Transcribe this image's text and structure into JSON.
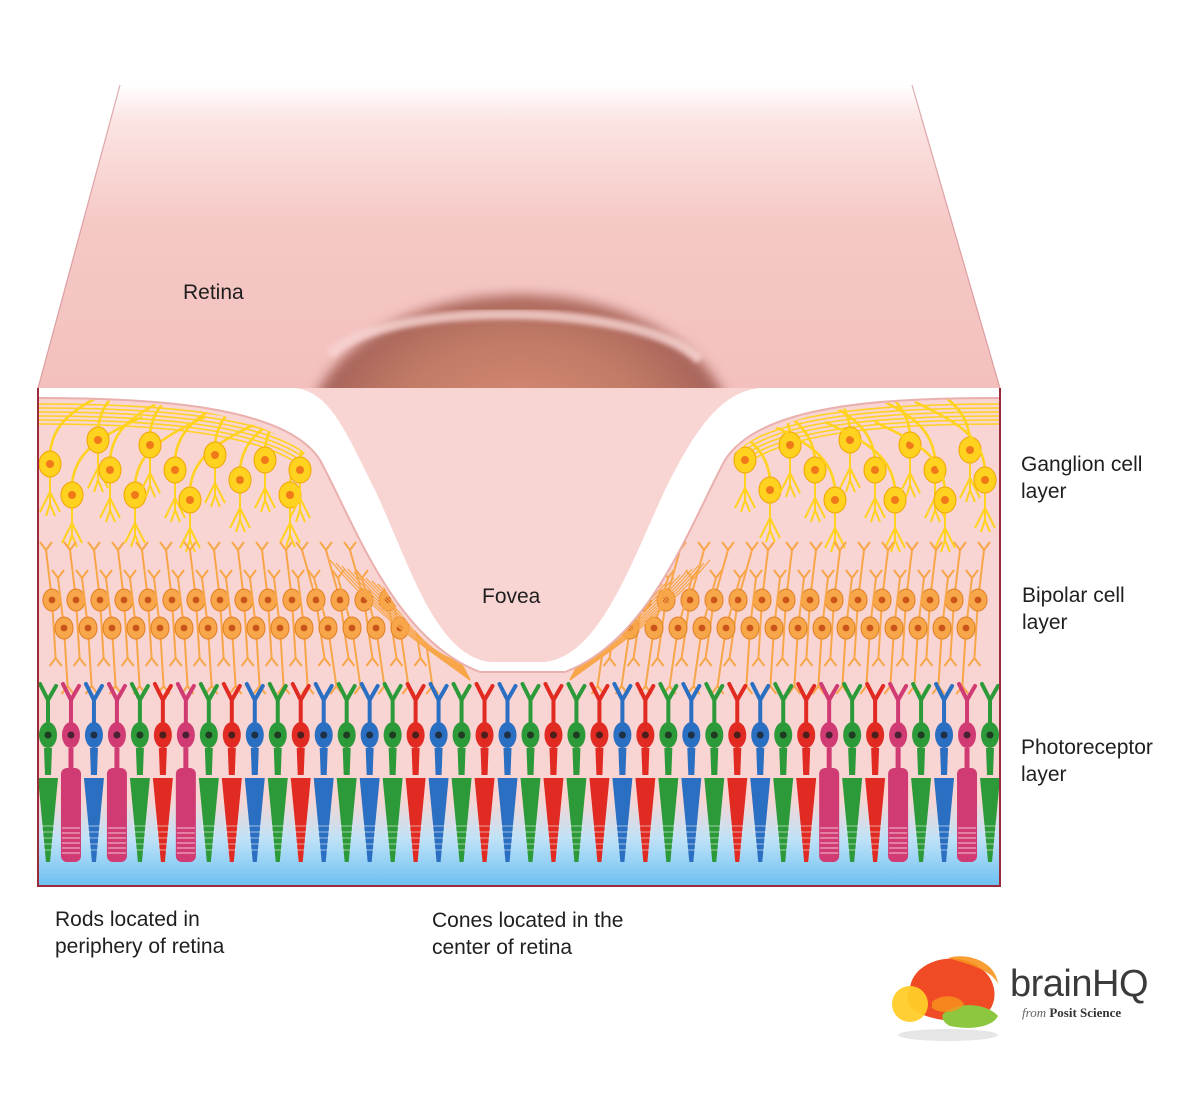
{
  "labels": {
    "retina": "Retina",
    "fovea": "Fovea",
    "ganglion": [
      "Ganglion cell",
      "layer"
    ],
    "bipolar": [
      "Bipolar cell",
      "layer"
    ],
    "photoreceptor": [
      "Photoreceptor",
      "layer"
    ],
    "rods": [
      "Rods located in",
      "periphery of retina"
    ],
    "cones": [
      "Cones located in the",
      "center of retina"
    ]
  },
  "brand": {
    "name": "brainHQ",
    "from": "from",
    "company": "Posit Science"
  },
  "colors": {
    "retina_surface": "#f4c2c0",
    "tissue": "#f8d4d2",
    "border": "#9b2a3a",
    "ganglion": "#ffd21f",
    "ganglion_outline": "#f0a500",
    "ganglion_nucleus": "#f07a1a",
    "bipolar": "#f8a64a",
    "bipolar_outline": "#e07f20",
    "bipolar_nucleus": "#c9551a",
    "rod": "#d13b73",
    "cone_green": "#2d9a3a",
    "cone_red": "#e02a22",
    "cone_blue": "#2a6fc2",
    "base_blue": "#7cc8f5",
    "fovea_pit": "#b8705f"
  },
  "photoreceptor_sequence": [
    "green",
    "rod",
    "blue",
    "rod",
    "green",
    "red",
    "rod",
    "green",
    "red",
    "blue",
    "green",
    "red",
    "blue",
    "green",
    "blue",
    "green",
    "red",
    "blue",
    "green",
    "red",
    "blue",
    "green",
    "red",
    "green",
    "red",
    "blue",
    "red",
    "green",
    "blue",
    "green",
    "red",
    "blue",
    "green",
    "red",
    "rod",
    "green",
    "red",
    "rod",
    "green",
    "blue",
    "rod",
    "green"
  ]
}
